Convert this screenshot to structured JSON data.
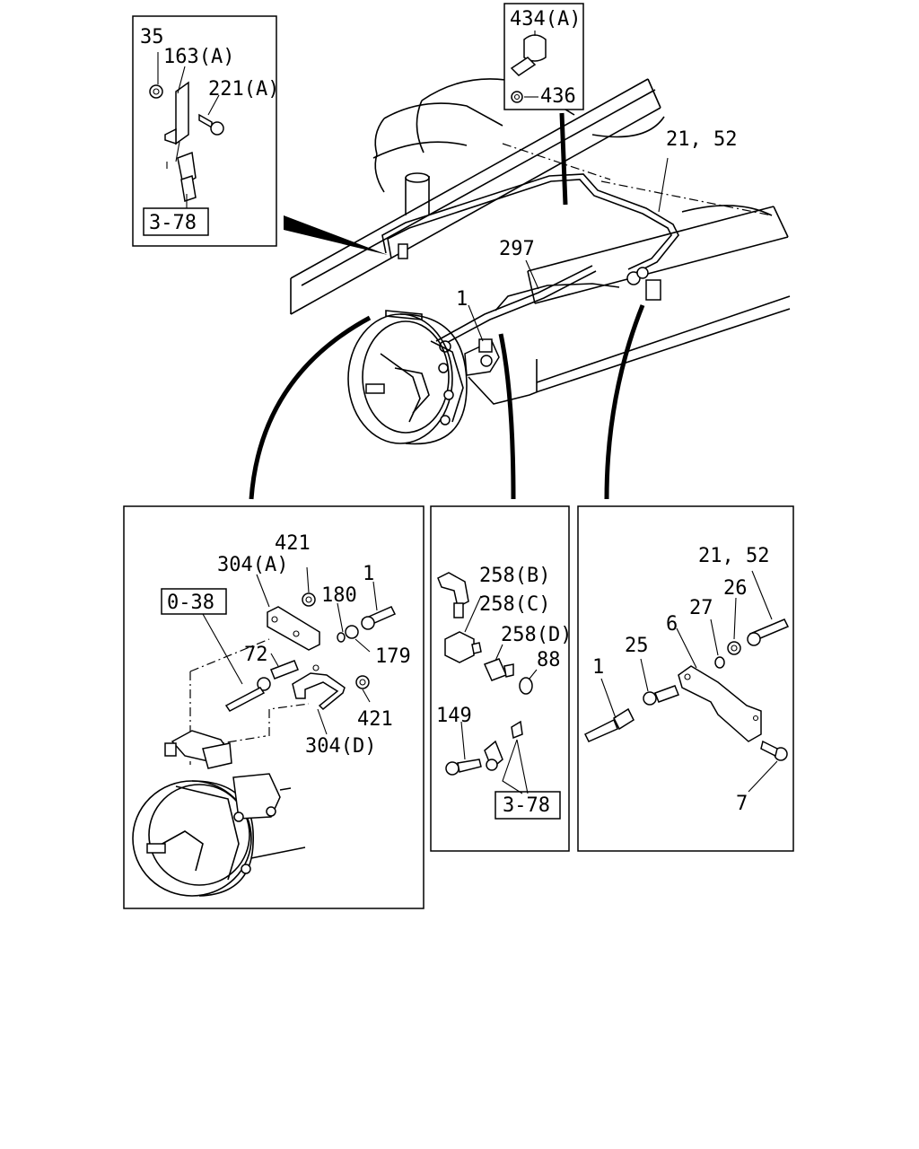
{
  "callouts": {
    "top_left": {
      "p35": "35",
      "p163a": "163(A)",
      "p221a": "221(A)",
      "ref": "3-78"
    },
    "top_right": {
      "p434a": "434(A)",
      "p436": "436"
    },
    "main": {
      "p2152": "21, 52",
      "p297": "297",
      "p1": "1"
    },
    "bottom_left": {
      "p421a": "421",
      "p304a": "304(A)",
      "p180": "180",
      "p1": "1",
      "ref": "0-38",
      "p72": "72",
      "p179": "179",
      "p421b": "421",
      "p304d": "304(D)"
    },
    "bottom_middle": {
      "p258b": "258(B)",
      "p258c": "258(C)",
      "p258d": "258(D)",
      "p88": "88",
      "p149": "149",
      "ref": "3-78"
    },
    "bottom_right": {
      "p2152": "21, 52",
      "p26": "26",
      "p27": "27",
      "p6": "6",
      "p25": "25",
      "p1": "1",
      "p7": "7"
    }
  }
}
